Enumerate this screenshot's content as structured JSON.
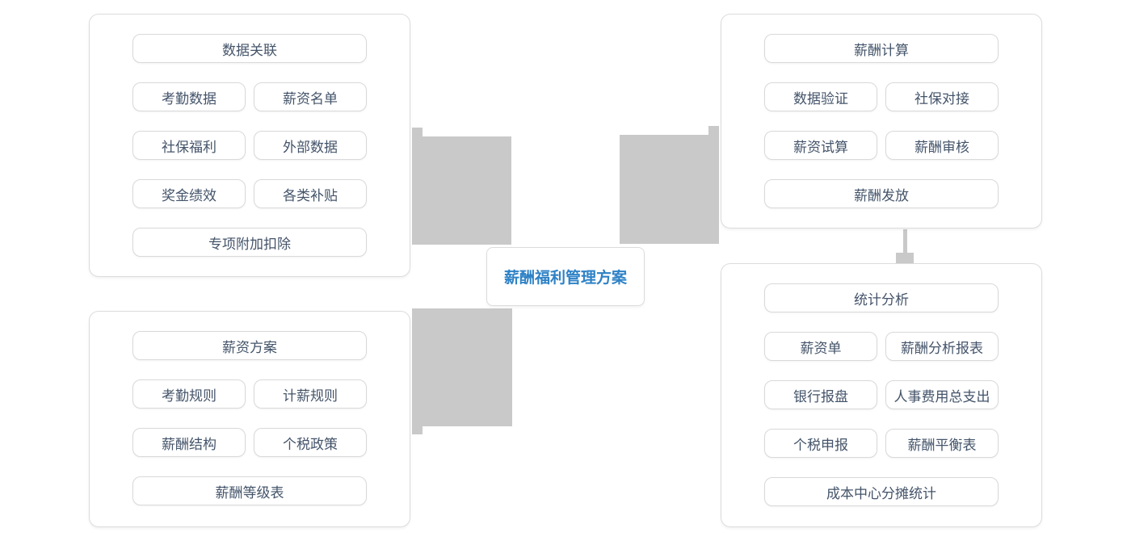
{
  "center": {
    "label": "薪酬福利管理方案"
  },
  "panels": {
    "data_link": {
      "header": "数据关联",
      "items": [
        "考勤数据",
        "薪资名单",
        "社保福利",
        "外部数据",
        "奖金绩效",
        "各类补贴"
      ],
      "footer": "专项附加扣除"
    },
    "salary_calc": {
      "header": "薪酬计算",
      "items": [
        "数据验证",
        "社保对接",
        "薪资试算",
        "薪酬审核"
      ],
      "footer": "薪酬发放"
    },
    "salary_plan": {
      "header": "薪资方案",
      "items": [
        "考勤规则",
        "计薪规则",
        "薪酬结构",
        "个税政策"
      ],
      "footer": "薪酬等级表"
    },
    "stats": {
      "header": "统计分析",
      "items": [
        "薪资单",
        "薪酬分析报表",
        "银行报盘",
        "人事费用总支出",
        "个税申报",
        "薪酬平衡表"
      ],
      "footer": "成本中心分摊统计"
    }
  },
  "colors": {
    "accent_blue": "#2e82c6",
    "node_text": "#44546a",
    "connector_gray": "#c9c9c9",
    "border_gray": "#dcdcdc"
  }
}
